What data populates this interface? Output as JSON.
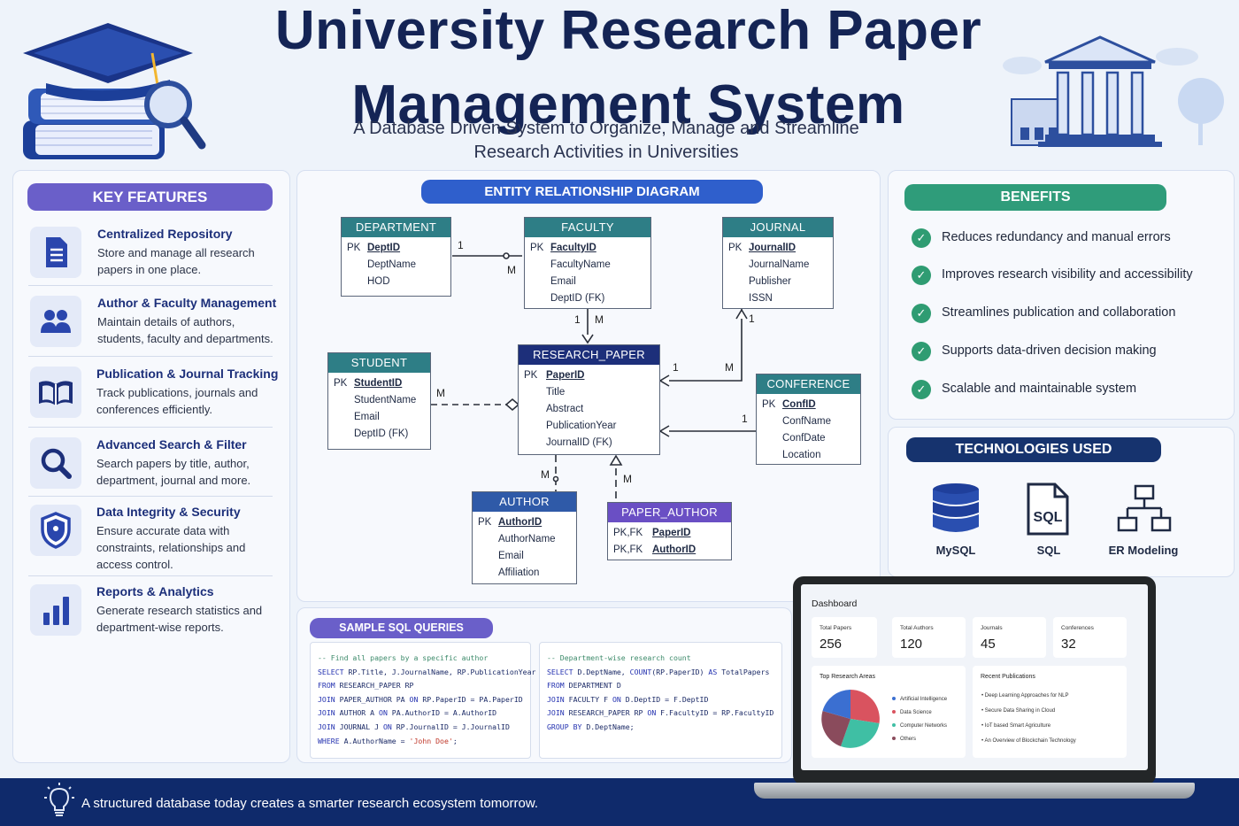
{
  "header": {
    "title_line1": "University Research Paper",
    "title_line2": "Management System",
    "subtitle_line1": "A Database Driven System to Organize, Manage and Streamline",
    "subtitle_line2": "Research Activities in Universities"
  },
  "key_features": {
    "heading": "KEY FEATURES",
    "items": [
      {
        "title": "Centralized Repository",
        "desc": "Store and manage all research papers in one place.",
        "icon": "document-icon"
      },
      {
        "title": "Author & Faculty Management",
        "desc": "Maintain details of authors, students, faculty and departments.",
        "icon": "users-icon"
      },
      {
        "title": "Publication & Journal Tracking",
        "desc": "Track publications, journals and conferences efficiently.",
        "icon": "book-icon"
      },
      {
        "title": "Advanced Search & Filter",
        "desc": "Search papers by title, author, department, journal and more.",
        "icon": "search-icon"
      },
      {
        "title": "Data Integrity & Security",
        "desc": "Ensure accurate data with constraints, relationships and access control.",
        "icon": "shield-icon"
      },
      {
        "title": "Reports & Analytics",
        "desc": "Generate research statistics and department-wise reports.",
        "icon": "bar-chart-icon"
      }
    ]
  },
  "erd": {
    "heading": "ENTITY RELATIONSHIP DIAGRAM",
    "entities": {
      "department": {
        "name": "DEPARTMENT",
        "rows": [
          {
            "key": "PK",
            "field": "DeptID"
          },
          {
            "key": "",
            "field": "DeptName"
          },
          {
            "key": "",
            "field": "HOD"
          }
        ]
      },
      "faculty": {
        "name": "FACULTY",
        "rows": [
          {
            "key": "PK",
            "field": "FacultyID"
          },
          {
            "key": "",
            "field": "FacultyName"
          },
          {
            "key": "",
            "field": "Email"
          },
          {
            "key": "",
            "field": "DeptID (FK)"
          }
        ]
      },
      "journal": {
        "name": "JOURNAL",
        "rows": [
          {
            "key": "PK",
            "field": "JournalID"
          },
          {
            "key": "",
            "field": "JournalName"
          },
          {
            "key": "",
            "field": "Publisher"
          },
          {
            "key": "",
            "field": "ISSN"
          }
        ]
      },
      "student": {
        "name": "STUDENT",
        "rows": [
          {
            "key": "PK",
            "field": "StudentID"
          },
          {
            "key": "",
            "field": "StudentName"
          },
          {
            "key": "",
            "field": "Email"
          },
          {
            "key": "",
            "field": "DeptID (FK)"
          }
        ]
      },
      "research_paper": {
        "name": "RESEARCH_PAPER",
        "rows": [
          {
            "key": "PK",
            "field": "PaperID"
          },
          {
            "key": "",
            "field": "Title"
          },
          {
            "key": "",
            "field": "Abstract"
          },
          {
            "key": "",
            "field": "PublicationYear"
          },
          {
            "key": "",
            "field": "JournalID (FK)"
          }
        ]
      },
      "conference": {
        "name": "CONFERENCE",
        "rows": [
          {
            "key": "PK",
            "field": "ConfID"
          },
          {
            "key": "",
            "field": "ConfName"
          },
          {
            "key": "",
            "field": "ConfDate"
          },
          {
            "key": "",
            "field": "Location"
          }
        ]
      },
      "author": {
        "name": "AUTHOR",
        "rows": [
          {
            "key": "PK",
            "field": "AuthorID"
          },
          {
            "key": "",
            "field": "AuthorName"
          },
          {
            "key": "",
            "field": "Email"
          },
          {
            "key": "",
            "field": "Affiliation"
          }
        ]
      },
      "paper_author": {
        "name": "PAPER_AUTHOR",
        "rows": [
          {
            "key": "PK,FK",
            "field": "PaperID"
          },
          {
            "key": "PK,FK",
            "field": "AuthorID"
          }
        ]
      }
    },
    "cardinality": {
      "one": "1",
      "many": "M"
    }
  },
  "benefits": {
    "heading": "BENEFITS",
    "items": [
      "Reduces redundancy and manual errors",
      "Improves research visibility and accessibility",
      "Streamlines publication and collaboration",
      "Supports data-driven decision making",
      "Scalable and maintainable system"
    ]
  },
  "technologies": {
    "heading": "TECHNOLOGIES USED",
    "items": [
      {
        "label": "MySQL",
        "icon": "database-icon"
      },
      {
        "label": "SQL",
        "icon": "sql-file-icon",
        "badge": "SQL"
      },
      {
        "label": "ER Modeling",
        "icon": "er-diagram-icon"
      }
    ]
  },
  "sql": {
    "heading": "SAMPLE SQL QUERIES",
    "query1": [
      "-- Find all papers by a specific author",
      "SELECT RP.Title, J.JournalName, RP.PublicationYear",
      "FROM RESEARCH_PAPER RP",
      "JOIN PAPER_AUTHOR PA ON RP.PaperID = PA.PaperID",
      "JOIN AUTHOR A ON PA.AuthorID = A.AuthorID",
      "JOIN JOURNAL J ON RP.JournalID = J.JournalID",
      "WHERE A.AuthorName = 'John Doe';"
    ],
    "query2": [
      "-- Department-wise research count",
      "SELECT D.DeptName, COUNT(RP.PaperID) AS TotalPapers",
      "FROM DEPARTMENT D",
      "JOIN FACULTY F ON D.DeptID = F.DeptID",
      "JOIN RESEARCH_PAPER RP ON F.FacultyID = RP.FacultyID",
      "GROUP BY D.DeptName;"
    ]
  },
  "dashboard": {
    "title": "Dashboard",
    "stats": [
      {
        "label": "Total Papers",
        "value": "256"
      },
      {
        "label": "Total Authors",
        "value": "120"
      },
      {
        "label": "Journals",
        "value": "45"
      },
      {
        "label": "Conferences",
        "value": "32"
      }
    ],
    "areas_title": "Top Research Areas",
    "areas": [
      {
        "name": "Artificial Intelligence",
        "color": "#3b6fd1"
      },
      {
        "name": "Data Science",
        "color": "#d9535f"
      },
      {
        "name": "Computer Networks",
        "color": "#3fbfa4"
      },
      {
        "name": "Others",
        "color": "#8a4b5c"
      }
    ],
    "recent_title": "Recent Publications",
    "recent": [
      "Deep Learning Approaches for NLP",
      "Secure Data Sharing in Cloud",
      "IoT based Smart Agriculture",
      "An Overview of Blockchain Technology"
    ]
  },
  "footer": {
    "text": "A structured database today creates a smarter research ecosystem tomorrow.",
    "icon": "lightbulb-icon"
  },
  "colors": {
    "navy": "#142455",
    "features_pill": "#6a5fc9",
    "erd_pill": "#2f5fcc",
    "teal_head": "#2e7e86",
    "blue_head": "#2f5aa8",
    "dark_head": "#1d2f7a",
    "purple_head": "#6a4fc4",
    "benefits_pill": "#2f9c7a",
    "tech_pill": "#16336e",
    "footer": "#0f2a6b"
  }
}
